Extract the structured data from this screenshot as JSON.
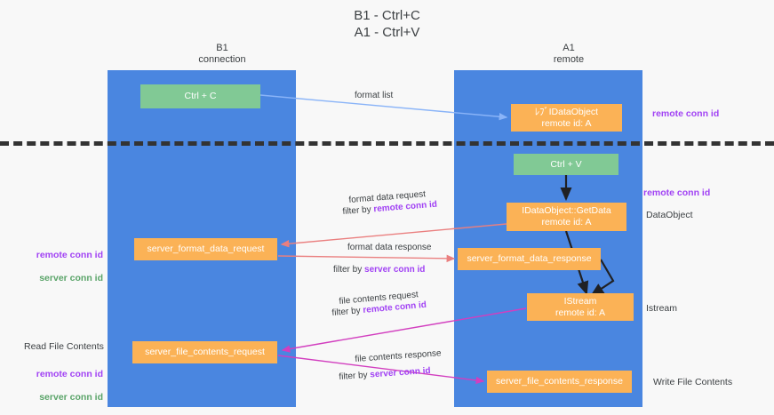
{
  "title": "B1 - Ctrl+C\nA1 - Ctrl+V",
  "columns": {
    "left": "B1\nconnection",
    "right": "A1\nremote"
  },
  "nodes": {
    "ctrl_c": "Ctrl + C",
    "idataobject": "ﾚﾌﾞIDataObject\nremote id: A",
    "ctrl_v": "Ctrl + V",
    "getdata": "IDataObject::GetData\nremote id: A",
    "server_format_data_request": "server_format_data_request",
    "server_format_data_response": "server_format_data_response",
    "istream": "IStream\nremote id: A",
    "server_file_contents_request": "server_file_contents_request",
    "server_file_contents_response": "server_file_contents_response"
  },
  "edge_labels": {
    "format_list": "format list",
    "format_data_request": "format data request",
    "format_data_request_filter_prefix": "filter by ",
    "format_data_request_filter_key": "remote conn id",
    "format_data_response": "format data response",
    "format_data_response_filter_prefix": "filter by ",
    "format_data_response_filter_key": "server conn id",
    "file_contents_request": "file contents request",
    "file_contents_request_filter_prefix": "filter by ",
    "file_contents_request_filter_key": "remote conn id",
    "file_contents_response": "file contents response",
    "file_contents_response_filter_prefix": "filter by ",
    "file_contents_response_filter_key": "server conn id"
  },
  "annotations": {
    "remote_conn_id_top": "remote conn id",
    "remote_conn_id_mid": "remote conn id",
    "dataobject": "DataObject",
    "istream": "Istream",
    "write_file_contents": "Write File Contents",
    "read_file_contents": "Read File Contents",
    "left_mid_remote": "remote conn id",
    "left_mid_server": "server conn id",
    "left_bot_remote": "remote conn id",
    "left_bot_server": "server conn id"
  },
  "colors": {
    "lane": "#4a86e0",
    "green_node": "#81c995",
    "orange_node": "#fbb256",
    "remote_conn_id": "#a142f4",
    "server_conn_id": "#5aa469",
    "divider": "#333333",
    "arrow_blue": "#8ab4f8",
    "arrow_red": "#ea7f7f",
    "arrow_magenta": "#d23ebf",
    "arrow_black": "#202124"
  }
}
